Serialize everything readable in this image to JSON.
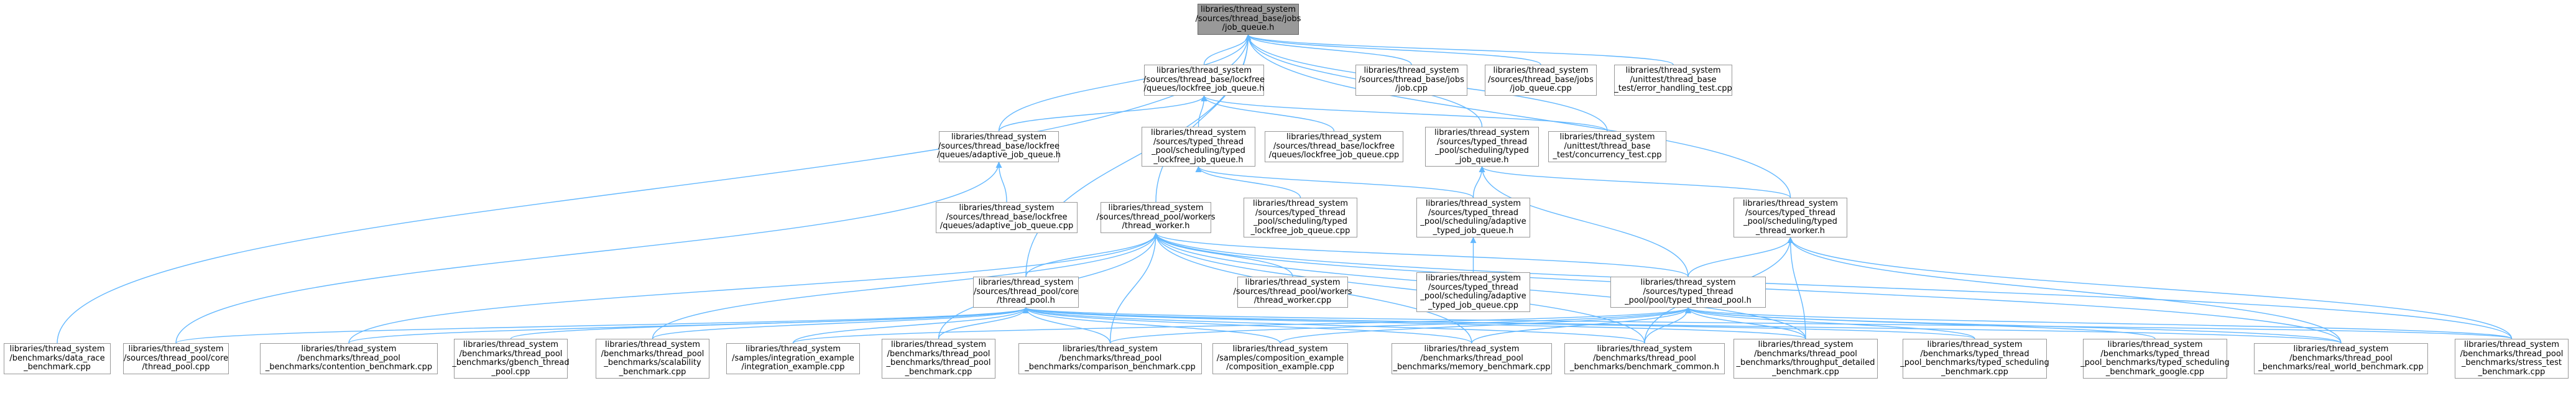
{
  "colors": {
    "edge": "#63b8ff",
    "node_border": "#999999",
    "root_fill": "#999999",
    "background": "#ffffff"
  },
  "nodes": [
    {
      "id": "root",
      "lines": [
        "libraries/thread_system",
        "/sources/thread_base/jobs",
        "/job_queue.h"
      ],
      "root": true
    },
    {
      "id": "lockfree_job_queue_h",
      "lines": [
        "libraries/thread_system",
        "/sources/thread_base/lockfree",
        "/queues/lockfree_job_queue.h"
      ]
    },
    {
      "id": "job_cpp",
      "lines": [
        "libraries/thread_system",
        "/sources/thread_base/jobs",
        "/job.cpp"
      ]
    },
    {
      "id": "job_queue_cpp",
      "lines": [
        "libraries/thread_system",
        "/sources/thread_base/jobs",
        "/job_queue.cpp"
      ]
    },
    {
      "id": "error_handling_test",
      "lines": [
        "libraries/thread_system",
        "/unittest/thread_base",
        "_test/error_handling_test.cpp"
      ]
    },
    {
      "id": "adaptive_job_queue_h",
      "lines": [
        "libraries/thread_system",
        "/sources/thread_base/lockfree",
        "/queues/adaptive_job_queue.h"
      ]
    },
    {
      "id": "typed_lockfree_job_queue_h",
      "lines": [
        "libraries/thread_system",
        "/sources/typed_thread",
        "_pool/scheduling/typed",
        "_lockfree_job_queue.h"
      ]
    },
    {
      "id": "lockfree_job_queue_cpp",
      "lines": [
        "libraries/thread_system",
        "/sources/thread_base/lockfree",
        "/queues/lockfree_job_queue.cpp"
      ]
    },
    {
      "id": "typed_job_queue_h",
      "lines": [
        "libraries/thread_system",
        "/sources/typed_thread",
        "_pool/scheduling/typed",
        "_job_queue.h"
      ]
    },
    {
      "id": "concurrency_test",
      "lines": [
        "libraries/thread_system",
        "/unittest/thread_base",
        "_test/concurrency_test.cpp"
      ]
    },
    {
      "id": "adaptive_job_queue_cpp",
      "lines": [
        "libraries/thread_system",
        "/sources/thread_base/lockfree",
        "/queues/adaptive_job_queue.cpp"
      ]
    },
    {
      "id": "thread_worker_h",
      "lines": [
        "libraries/thread_system",
        "/sources/thread_pool/workers",
        "/thread_worker.h"
      ]
    },
    {
      "id": "typed_lockfree_job_queue_cpp",
      "lines": [
        "libraries/thread_system",
        "/sources/typed_thread",
        "_pool/scheduling/typed",
        "_lockfree_job_queue.cpp"
      ]
    },
    {
      "id": "adaptive_typed_job_queue_h",
      "lines": [
        "libraries/thread_system",
        "/sources/typed_thread",
        "_pool/scheduling/adaptive",
        "_typed_job_queue.h"
      ]
    },
    {
      "id": "typed_thread_worker_h",
      "lines": [
        "libraries/thread_system",
        "/sources/typed_thread",
        "_pool/scheduling/typed",
        "_thread_worker.h"
      ]
    },
    {
      "id": "thread_pool_h",
      "lines": [
        "libraries/thread_system",
        "/sources/thread_pool/core",
        "/thread_pool.h"
      ]
    },
    {
      "id": "thread_worker_cpp",
      "lines": [
        "libraries/thread_system",
        "/sources/thread_pool/workers",
        "/thread_worker.cpp"
      ]
    },
    {
      "id": "adaptive_typed_job_queue_cpp",
      "lines": [
        "libraries/thread_system",
        "/sources/typed_thread",
        "_pool/scheduling/adaptive",
        "_typed_job_queue.cpp"
      ]
    },
    {
      "id": "typed_thread_pool_h",
      "lines": [
        "libraries/thread_system",
        "/sources/typed_thread",
        "_pool/pool/typed_thread_pool.h"
      ]
    },
    {
      "id": "data_race_benchmark",
      "lines": [
        "libraries/thread_system",
        "/benchmarks/data_race",
        "_benchmark.cpp"
      ]
    },
    {
      "id": "thread_pool_cpp",
      "lines": [
        "libraries/thread_system",
        "/sources/thread_pool/core",
        "/thread_pool.cpp"
      ]
    },
    {
      "id": "contention_benchmark",
      "lines": [
        "libraries/thread_system",
        "/benchmarks/thread_pool",
        "_benchmarks/contention_benchmark.cpp"
      ]
    },
    {
      "id": "gbench_thread_pool",
      "lines": [
        "libraries/thread_system",
        "/benchmarks/thread_pool",
        "_benchmarks/gbench_thread",
        "_pool.cpp"
      ]
    },
    {
      "id": "scalability_benchmark",
      "lines": [
        "libraries/thread_system",
        "/benchmarks/thread_pool",
        "_benchmarks/scalability",
        "_benchmark.cpp"
      ]
    },
    {
      "id": "integration_example",
      "lines": [
        "libraries/thread_system",
        "/samples/integration_example",
        "/integration_example.cpp"
      ]
    },
    {
      "id": "thread_pool_benchmark",
      "lines": [
        "libraries/thread_system",
        "/benchmarks/thread_pool",
        "_benchmarks/thread_pool",
        "_benchmark.cpp"
      ]
    },
    {
      "id": "comparison_benchmark",
      "lines": [
        "libraries/thread_system",
        "/benchmarks/thread_pool",
        "_benchmarks/comparison_benchmark.cpp"
      ]
    },
    {
      "id": "composition_example",
      "lines": [
        "libraries/thread_system",
        "/samples/composition_example",
        "/composition_example.cpp"
      ]
    },
    {
      "id": "memory_benchmark",
      "lines": [
        "libraries/thread_system",
        "/benchmarks/thread_pool",
        "_benchmarks/memory_benchmark.cpp"
      ]
    },
    {
      "id": "benchmark_common",
      "lines": [
        "libraries/thread_system",
        "/benchmarks/thread_pool",
        "_benchmarks/benchmark_common.h"
      ]
    },
    {
      "id": "throughput_detailed",
      "lines": [
        "libraries/thread_system",
        "/benchmarks/thread_pool",
        "_benchmarks/throughput_detailed",
        "_benchmark.cpp"
      ]
    },
    {
      "id": "typed_scheduling_benchmark",
      "lines": [
        "libraries/thread_system",
        "/benchmarks/typed_thread",
        "_pool_benchmarks/typed_scheduling",
        "_benchmark.cpp"
      ]
    },
    {
      "id": "typed_scheduling_google",
      "lines": [
        "libraries/thread_system",
        "/benchmarks/typed_thread",
        "_pool_benchmarks/typed_scheduling",
        "_benchmark_google.cpp"
      ]
    },
    {
      "id": "real_world_benchmark",
      "lines": [
        "libraries/thread_system",
        "/benchmarks/thread_pool",
        "_benchmarks/real_world_benchmark.cpp"
      ]
    },
    {
      "id": "stress_test_benchmark",
      "lines": [
        "libraries/thread_system",
        "/benchmarks/thread_pool",
        "_benchmarks/stress_test",
        "_benchmark.cpp"
      ]
    }
  ],
  "edges": [
    [
      "root",
      "lockfree_job_queue_h"
    ],
    [
      "root",
      "job_cpp"
    ],
    [
      "root",
      "job_queue_cpp"
    ],
    [
      "root",
      "error_handling_test"
    ],
    [
      "root",
      "adaptive_job_queue_h"
    ],
    [
      "root",
      "typed_job_queue_h"
    ],
    [
      "root",
      "concurrency_test"
    ],
    [
      "root",
      "thread_worker_h"
    ],
    [
      "root",
      "thread_pool_h"
    ],
    [
      "root",
      "data_race_benchmark"
    ],
    [
      "root",
      "typed_thread_worker_h"
    ],
    [
      "lockfree_job_queue_h",
      "adaptive_job_queue_h"
    ],
    [
      "lockfree_job_queue_h",
      "lockfree_job_queue_cpp"
    ],
    [
      "lockfree_job_queue_h",
      "concurrency_test"
    ],
    [
      "lockfree_job_queue_h",
      "typed_lockfree_job_queue_h"
    ],
    [
      "adaptive_job_queue_h",
      "adaptive_job_queue_cpp"
    ],
    [
      "adaptive_job_queue_h",
      "thread_pool_cpp"
    ],
    [
      "typed_lockfree_job_queue_h",
      "typed_lockfree_job_queue_cpp"
    ],
    [
      "typed_lockfree_job_queue_h",
      "adaptive_typed_job_queue_h"
    ],
    [
      "typed_job_queue_h",
      "adaptive_typed_job_queue_h"
    ],
    [
      "typed_job_queue_h",
      "typed_thread_worker_h"
    ],
    [
      "typed_job_queue_h",
      "typed_thread_pool_h"
    ],
    [
      "adaptive_typed_job_queue_h",
      "adaptive_typed_job_queue_cpp"
    ],
    [
      "typed_thread_worker_h",
      "typed_thread_pool_h"
    ],
    [
      "typed_thread_worker_h",
      "throughput_detailed"
    ],
    [
      "typed_thread_worker_h",
      "real_world_benchmark"
    ],
    [
      "typed_thread_worker_h",
      "stress_test_benchmark"
    ],
    [
      "typed_thread_worker_h",
      "benchmark_common"
    ],
    [
      "thread_worker_h",
      "thread_pool_h"
    ],
    [
      "thread_worker_h",
      "thread_worker_cpp"
    ],
    [
      "thread_worker_h",
      "contention_benchmark"
    ],
    [
      "thread_worker_h",
      "scalability_benchmark"
    ],
    [
      "thread_worker_h",
      "thread_pool_benchmark"
    ],
    [
      "thread_worker_h",
      "comparison_benchmark"
    ],
    [
      "thread_worker_h",
      "memory_benchmark"
    ],
    [
      "thread_worker_h",
      "benchmark_common"
    ],
    [
      "thread_worker_h",
      "throughput_detailed"
    ],
    [
      "thread_worker_h",
      "real_world_benchmark"
    ],
    [
      "thread_worker_h",
      "stress_test_benchmark"
    ],
    [
      "thread_worker_h",
      "typed_thread_pool_h"
    ],
    [
      "thread_pool_h",
      "thread_pool_cpp"
    ],
    [
      "thread_pool_h",
      "contention_benchmark"
    ],
    [
      "thread_pool_h",
      "gbench_thread_pool"
    ],
    [
      "thread_pool_h",
      "scalability_benchmark"
    ],
    [
      "thread_pool_h",
      "integration_example"
    ],
    [
      "thread_pool_h",
      "thread_pool_benchmark"
    ],
    [
      "thread_pool_h",
      "comparison_benchmark"
    ],
    [
      "thread_pool_h",
      "composition_example"
    ],
    [
      "thread_pool_h",
      "memory_benchmark"
    ],
    [
      "thread_pool_h",
      "benchmark_common"
    ],
    [
      "thread_pool_h",
      "throughput_detailed"
    ],
    [
      "thread_pool_h",
      "real_world_benchmark"
    ],
    [
      "thread_pool_h",
      "stress_test_benchmark"
    ],
    [
      "thread_pool_h",
      "typed_scheduling_benchmark"
    ],
    [
      "typed_thread_pool_h",
      "integration_example"
    ],
    [
      "typed_thread_pool_h",
      "composition_example"
    ],
    [
      "typed_thread_pool_h",
      "comparison_benchmark"
    ],
    [
      "typed_thread_pool_h",
      "memory_benchmark"
    ],
    [
      "typed_thread_pool_h",
      "benchmark_common"
    ],
    [
      "typed_thread_pool_h",
      "throughput_detailed"
    ],
    [
      "typed_thread_pool_h",
      "typed_scheduling_benchmark"
    ],
    [
      "typed_thread_pool_h",
      "typed_scheduling_google"
    ],
    [
      "typed_thread_pool_h",
      "real_world_benchmark"
    ],
    [
      "typed_thread_pool_h",
      "stress_test_benchmark"
    ]
  ]
}
